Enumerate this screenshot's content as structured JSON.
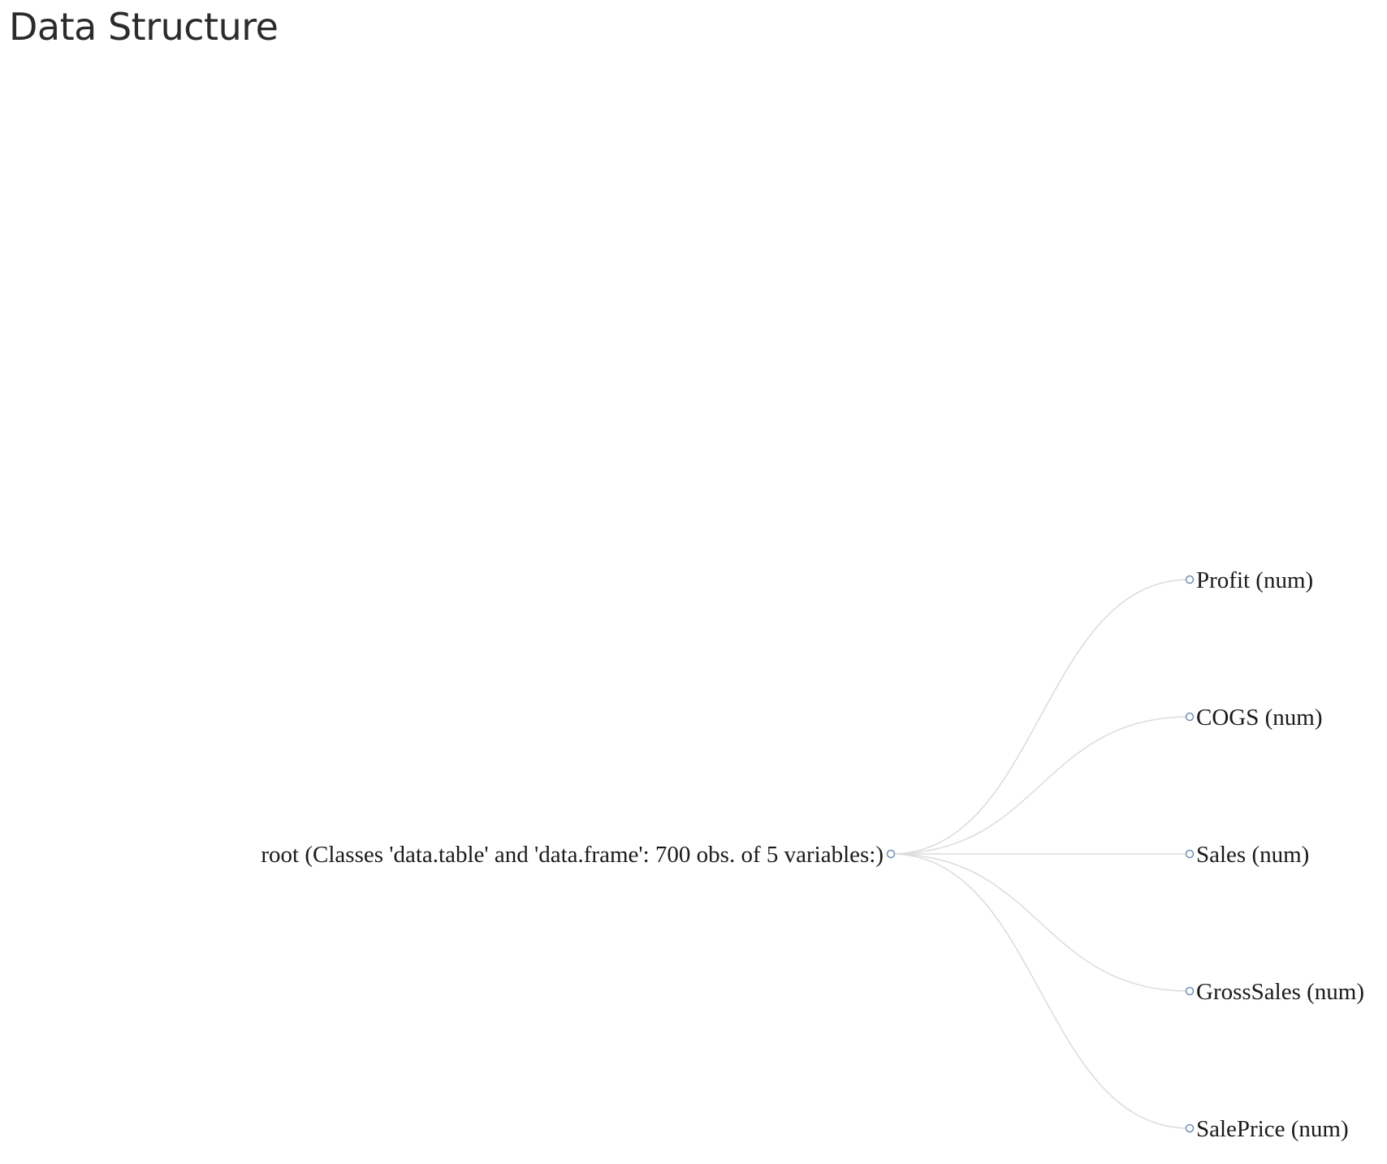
{
  "page": {
    "title": "Data Structure"
  },
  "tree": {
    "root": {
      "label": "root (Classes 'data.table' and 'data.frame': 700 obs. of 5 variables:)"
    },
    "children": [
      {
        "label": "Profit (num)"
      },
      {
        "label": "COGS (num)"
      },
      {
        "label": "Sales (num)"
      },
      {
        "label": "GrossSales (num)"
      },
      {
        "label": "SalePrice (num)"
      }
    ]
  },
  "colors": {
    "link": "#dcdcdc",
    "node_stroke": "#7090b8",
    "text": "#1a1a1a"
  }
}
